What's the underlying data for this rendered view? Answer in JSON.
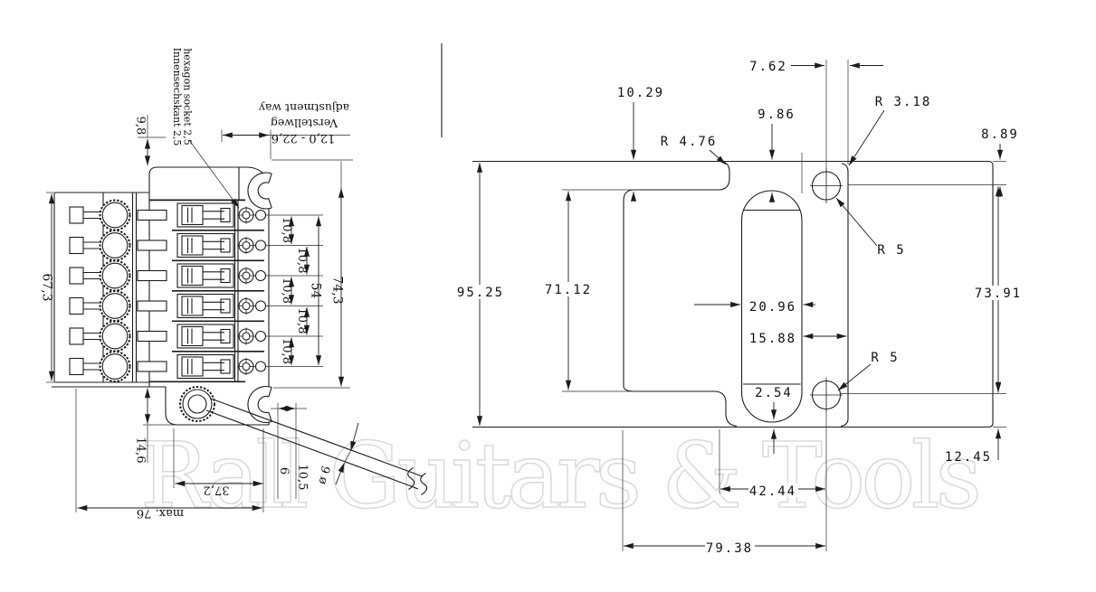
{
  "colors": {
    "line": "#1c1c1c",
    "watermark": "#d9d9d9",
    "background": "#ffffff"
  },
  "watermark_text": "Rall Guitars & Tools",
  "left_view": {
    "annotations": {
      "hex_socket_de": "Innensechskant 2,5",
      "hex_socket_en": "hexagon socket 2,5",
      "adjustment_en": "adjustment way",
      "adjustment_de": "Verstellweg",
      "adjustment_range": "12,0 - 22,6"
    },
    "dimensions": {
      "saddle_step": "9,8",
      "body_width": "67,3",
      "string_spacing": "10,8",
      "string_span": "54",
      "overall_width": "74,3",
      "base_height": "14,6",
      "base_length": "37,2",
      "max_length": "max. 76",
      "arm_offset_a": "6",
      "arm_offset_b": "10,5",
      "arm_diameter": "ø 6"
    }
  },
  "right_view": {
    "dimensions": {
      "step_depth_left": "10.29",
      "stud_to_wall": "7.62",
      "step_depth_mid": "9.86",
      "fillet_radius_left": "R 4.76",
      "fillet_radius_right": "R 3.18",
      "top_margin_right": "8.89",
      "overall_height": "95.25",
      "pocket_height": "71.12",
      "slot_width": "20.96",
      "slot_to_wall": "15.88",
      "slot_bottom_gap": "2.54",
      "stud_hole_radius": "R 5",
      "right_side_height": "73.91",
      "bottom_margin": "12.45",
      "stud_spacing": "42.44",
      "overall_width": "79.38"
    }
  }
}
